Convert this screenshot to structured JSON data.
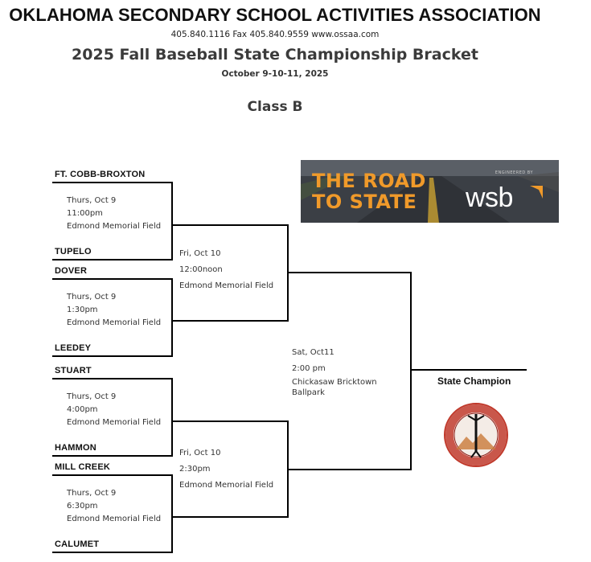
{
  "header": {
    "org": "OKLAHOMA SECONDARY SCHOOL ACTIVITIES ASSOCIATION",
    "contact": "405.840.1116   Fax 405.840.9559  www.ossaa.com",
    "title": "2025 Fall Baseball State Championship Bracket",
    "dates": "October 9-10-11, 2025",
    "class": "Class B"
  },
  "banner": {
    "line1": "THE ROAD",
    "line2": "TO STATE",
    "engineered": "ENGINEERED BY",
    "brand": "wsb"
  },
  "round1": [
    {
      "top": "FT. COBB-BROXTON",
      "bottom": "TUPELO",
      "date": "Thurs, Oct 9",
      "time": "11:00pm",
      "venue": "Edmond Memorial Field"
    },
    {
      "top": "DOVER",
      "bottom": "LEEDEY",
      "date": "Thurs, Oct 9",
      "time": "1:30pm",
      "venue": "Edmond Memorial Field"
    },
    {
      "top": "STUART",
      "bottom": "HAMMON",
      "date": "Thurs, Oct 9",
      "time": "4:00pm",
      "venue": "Edmond Memorial Field"
    },
    {
      "top": "MILL CREEK",
      "bottom": "CALUMET",
      "date": "Thurs, Oct 9",
      "time": "6:30pm",
      "venue": "Edmond Memorial Field"
    }
  ],
  "semis": [
    {
      "date": "Fri, Oct 10",
      "time": "12:00noon",
      "venue": "Edmond Memorial Field"
    },
    {
      "date": "Fri, Oct 10",
      "time": "2:30pm",
      "venue": "Edmond Memorial Field"
    }
  ],
  "final": {
    "date": "Sat, Oct11",
    "time": "2:00 pm",
    "venue_line1": "Chickasaw Bricktown",
    "venue_line2": "Ballpark"
  },
  "champion_label": "State Champion",
  "colors": {
    "banner_orange": "#f09a2a",
    "banner_bg": "#3a3d42",
    "seal_red": "#c0392b",
    "lines": "#000000"
  }
}
